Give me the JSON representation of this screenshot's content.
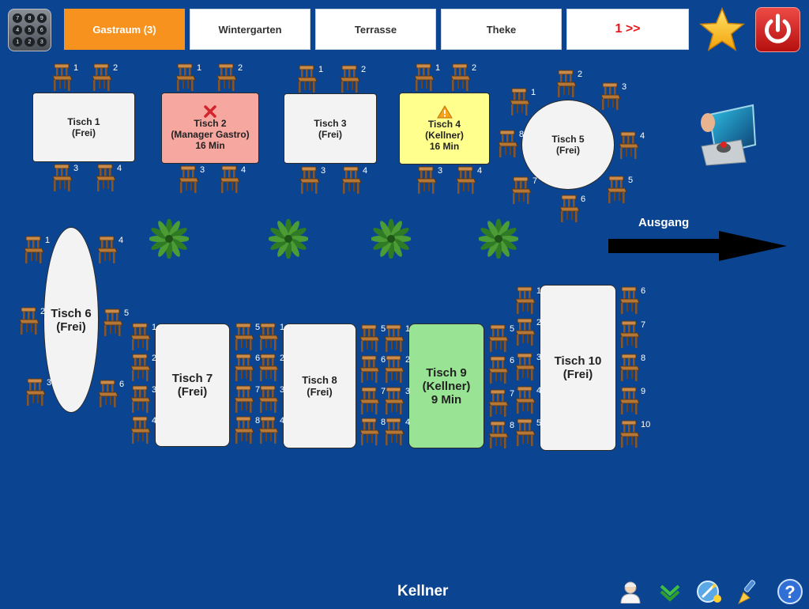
{
  "toolbar": {
    "keypad_keys": [
      "7",
      "8",
      "9",
      "4",
      "5",
      "6",
      "1",
      "2",
      "3"
    ],
    "tabs": [
      {
        "label": "Gastraum (3)",
        "active": true
      },
      {
        "label": "Wintergarten",
        "active": false
      },
      {
        "label": "Terrasse",
        "active": false
      },
      {
        "label": "Theke",
        "active": false
      }
    ],
    "next_label": "1 >>"
  },
  "tables": {
    "t1": {
      "name": "Tisch 1",
      "status": "(Frei)"
    },
    "t2": {
      "name": "Tisch 2",
      "status": "(Manager Gastro)",
      "time": "16 Min"
    },
    "t3": {
      "name": "Tisch 3",
      "status": "(Frei)"
    },
    "t4": {
      "name": "Tisch 4",
      "status": "(Kellner)",
      "time": "16 Min"
    },
    "t5": {
      "name": "Tisch 5",
      "status": "(Frei)"
    },
    "t6": {
      "name": "Tisch 6",
      "status": "(Frei)"
    },
    "t7": {
      "name": "Tisch 7",
      "status": "(Frei)"
    },
    "t8": {
      "name": "Tisch 8",
      "status": "(Frei)"
    },
    "t9": {
      "name": "Tisch 9",
      "status": "(Kellner)",
      "time": "9 Min"
    },
    "t10": {
      "name": "Tisch 10",
      "status": "(Frei)"
    }
  },
  "exit_label": "Ausgang",
  "footer": {
    "user_label": "Kellner"
  },
  "colors": {
    "background": "#0b4592",
    "active_tab": "#f7921e",
    "occupied_manager": "#f5a7a0",
    "occupied_warning": "#ffff8e",
    "occupied_green": "#98e394",
    "free": "#f3f3f3"
  }
}
